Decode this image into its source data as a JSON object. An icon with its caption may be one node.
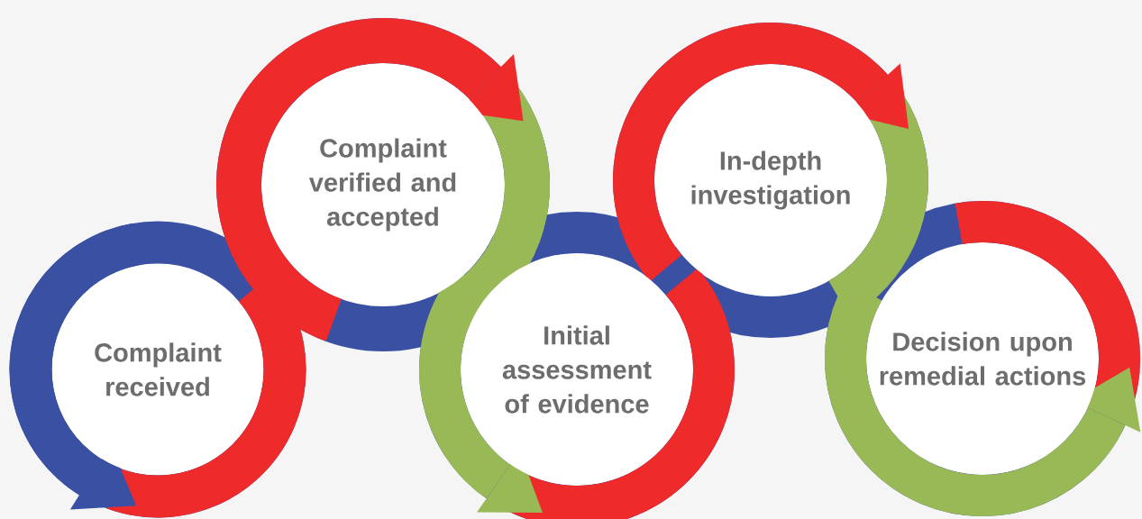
{
  "diagram": {
    "nodes": [
      {
        "text": [
          "Complaint received"
        ]
      },
      {
        "text": [
          "Complaint verified and accepted"
        ]
      },
      {
        "text": [
          "Initial assessment of evidence"
        ]
      },
      {
        "text": [
          "In-depth investigation"
        ]
      },
      {
        "text": [
          "Decision upon remedial actions"
        ]
      }
    ]
  }
}
